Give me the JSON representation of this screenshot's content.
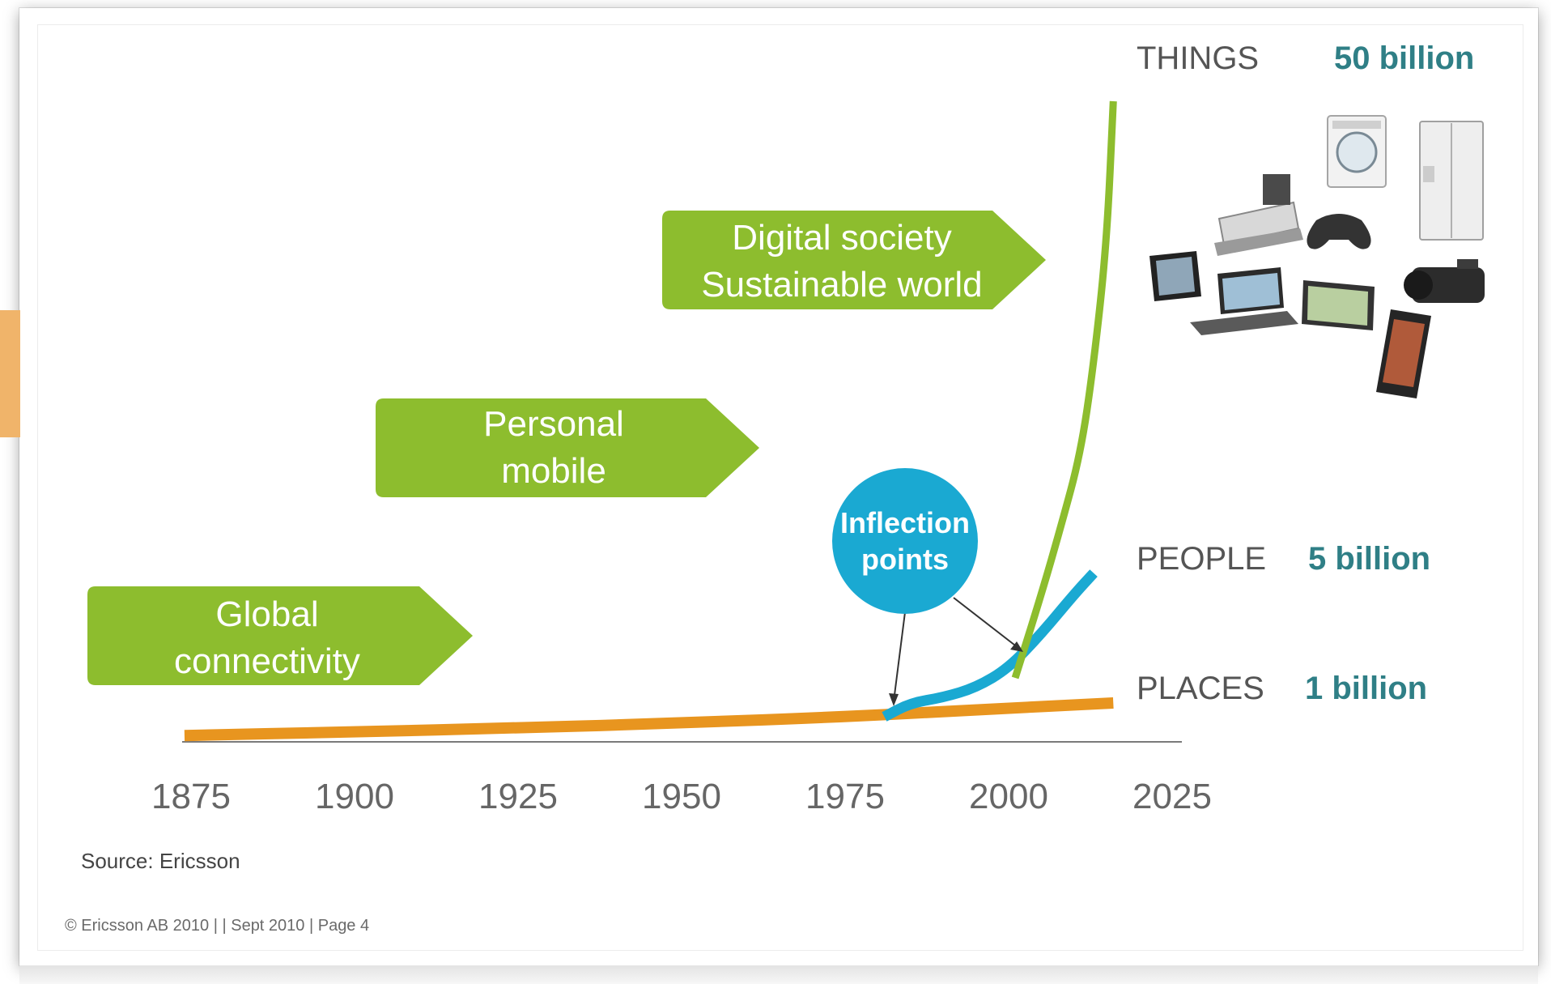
{
  "chart_data": {
    "type": "line",
    "title": "",
    "xlabel": "",
    "ylabel": "",
    "xlim": [
      1870,
      2030
    ],
    "x_ticks": [
      1875,
      1900,
      1925,
      1950,
      1975,
      2000,
      2025
    ],
    "grid": false,
    "series": [
      {
        "name": "PLACES",
        "value_label": "1 billion",
        "color": "#e8951f",
        "x": [
          1874,
          1900,
          1925,
          1950,
          1975,
          1995,
          2016
        ],
        "y": [
          0.05,
          0.08,
          0.11,
          0.15,
          0.2,
          0.25,
          0.3
        ]
      },
      {
        "name": "PEOPLE",
        "value_label": "5 billion",
        "color": "#1aa9d2",
        "x": [
          1981,
          1985,
          1990,
          1995,
          2000,
          2005,
          2010,
          2013
        ],
        "y": [
          0.2,
          0.3,
          0.6,
          1.1,
          1.9,
          2.9,
          4.0,
          4.6
        ]
      },
      {
        "name": "THINGS",
        "value_label": "50 billion",
        "color": "#8dbd2e",
        "x": [
          2001,
          2005,
          2008,
          2011,
          2013,
          2015,
          2016
        ],
        "y": [
          1.5,
          4.0,
          10.0,
          20.0,
          30.0,
          42.0,
          50.0
        ]
      }
    ]
  },
  "milestones": [
    {
      "line1": "Global",
      "line2": "connectivity"
    },
    {
      "line1": "Personal",
      "line2": "mobile"
    },
    {
      "line1": "Digital society",
      "line2": "Sustainable world"
    }
  ],
  "inflection": {
    "line1": "Inflection",
    "line2": "points"
  },
  "source": "Source: Ericsson",
  "footer": "© Ericsson AB 2010  |   | Sept 2010  |  Page 4",
  "colors": {
    "green": "#8dbd2e",
    "blue": "#1aa9d2",
    "orange": "#e8951f",
    "label_grey": "#555555",
    "value_teal": "#2f7f86"
  },
  "images": {
    "devices": [
      "cash-register-icon",
      "washing-machine-icon",
      "refrigerator-icon",
      "game-controller-icon",
      "tablet-icon",
      "laptop-icon",
      "gps-navigator-icon",
      "camcorder-icon",
      "smartphone-icon"
    ]
  }
}
